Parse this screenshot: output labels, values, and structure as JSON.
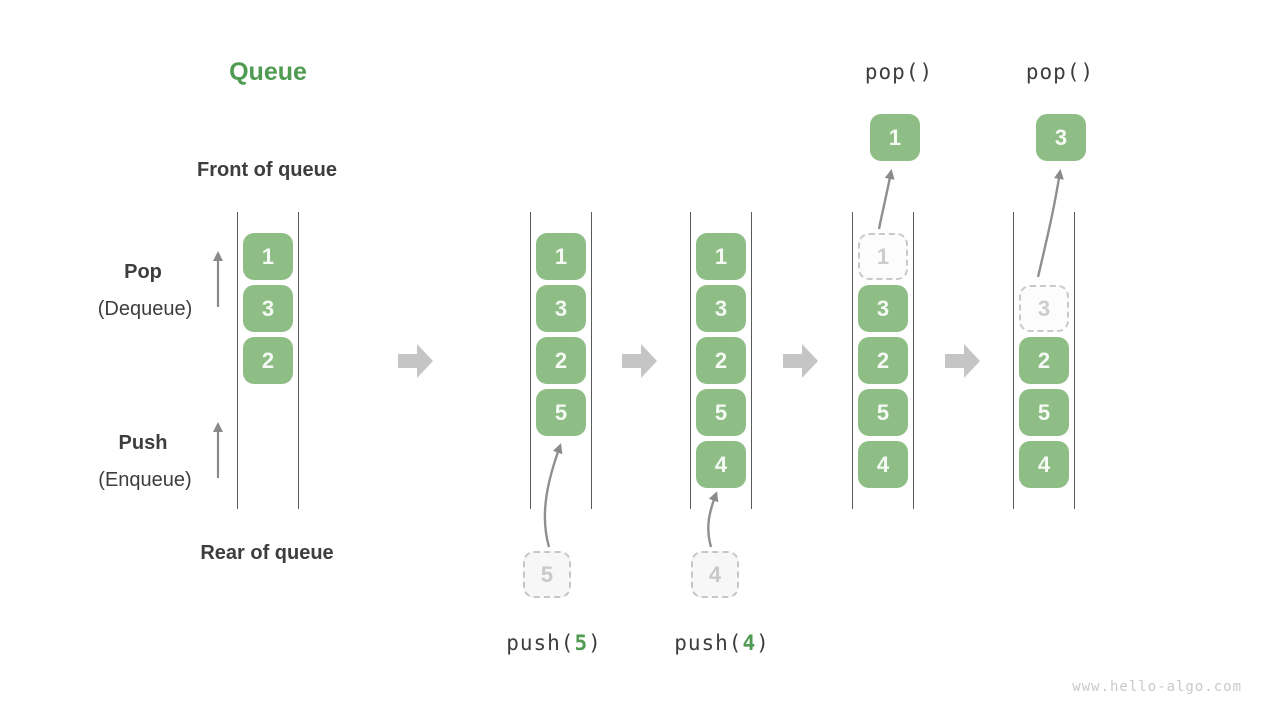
{
  "title": "Queue",
  "watermark": "www.hello-algo.com",
  "labels": {
    "front_of_queue": "Front of queue",
    "rear_of_queue": "Rear of queue",
    "pop": "Pop",
    "pop_sub": "(Dequeue)",
    "push": "Push",
    "push_sub": "(Enqueue)"
  },
  "colors": {
    "accent_green": "#4e9b51",
    "item_green": "#8ebe85",
    "item_text": "#f6faf4",
    "dark_text": "#3d3d3d",
    "thin_arrow_gray": "#8a8a8a",
    "block_arrow_gray": "#c5c5c5",
    "ghost_gray": "#c9c9c9"
  },
  "states": [
    {
      "name": "initial",
      "items": [
        "1",
        "3",
        "2"
      ]
    },
    {
      "name": "after-push-5",
      "items": [
        "1",
        "3",
        "2",
        "5"
      ],
      "pending_item": "5",
      "op": {
        "fn": "push(",
        "arg": "5",
        "close": ")"
      }
    },
    {
      "name": "after-push-4",
      "items": [
        "1",
        "3",
        "2",
        "5",
        "4"
      ],
      "pending_item": "4",
      "op": {
        "fn": "push(",
        "arg": "4",
        "close": ")"
      }
    },
    {
      "name": "after-pop-1",
      "ghost_item": "1",
      "items": [
        "3",
        "2",
        "5",
        "4"
      ],
      "popped_item": "1",
      "op_label": "pop()"
    },
    {
      "name": "after-pop-3",
      "ghost_item": "3",
      "items": [
        "2",
        "5",
        "4"
      ],
      "popped_item": "3",
      "op_label": "pop()"
    }
  ]
}
